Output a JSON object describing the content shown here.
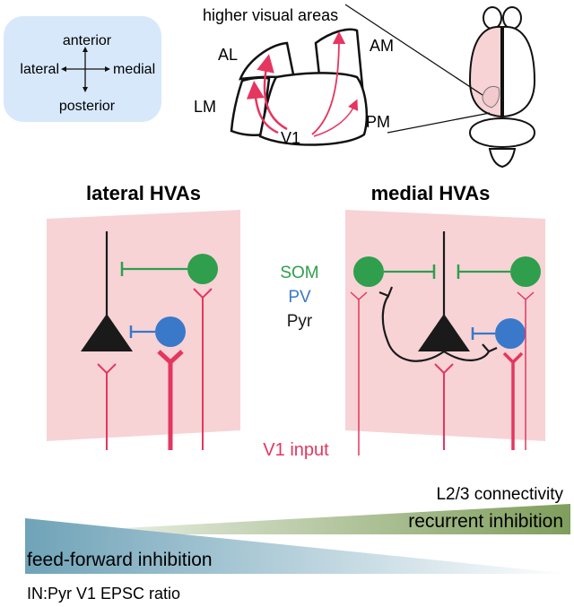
{
  "compass": {
    "anterior": "anterior",
    "posterior": "posterior",
    "lateral": "lateral",
    "medial": "medial"
  },
  "brain_map": {
    "higher_visual_areas": "higher visual areas",
    "areas": {
      "AL": "AL",
      "AM": "AM",
      "LM": "LM",
      "PM": "PM",
      "V1": "V1"
    }
  },
  "panels": {
    "lateral_title": "lateral HVAs",
    "medial_title": "medial HVAs"
  },
  "legend": {
    "som": "SOM",
    "pv": "PV",
    "pyr": "Pyr"
  },
  "input_label": "V1 input",
  "gradients": {
    "l23_connectivity": "L2/3 connectivity",
    "recurrent_inhibition": "recurrent inhibition",
    "feed_forward_inhibition": "feed-forward inhibition",
    "epsc_ratio": "IN:Pyr V1 EPSC ratio"
  },
  "colors": {
    "som": "#2f9e4d",
    "pv": "#3a78c9",
    "pyr": "#1a1a1a",
    "input": "#e5365f",
    "panel_bg": "#f7d3d6",
    "compass_bg": "#d8e8fb",
    "ff_gradient": "#6fa3b8",
    "rec_gradient": "#7f9e5c"
  }
}
